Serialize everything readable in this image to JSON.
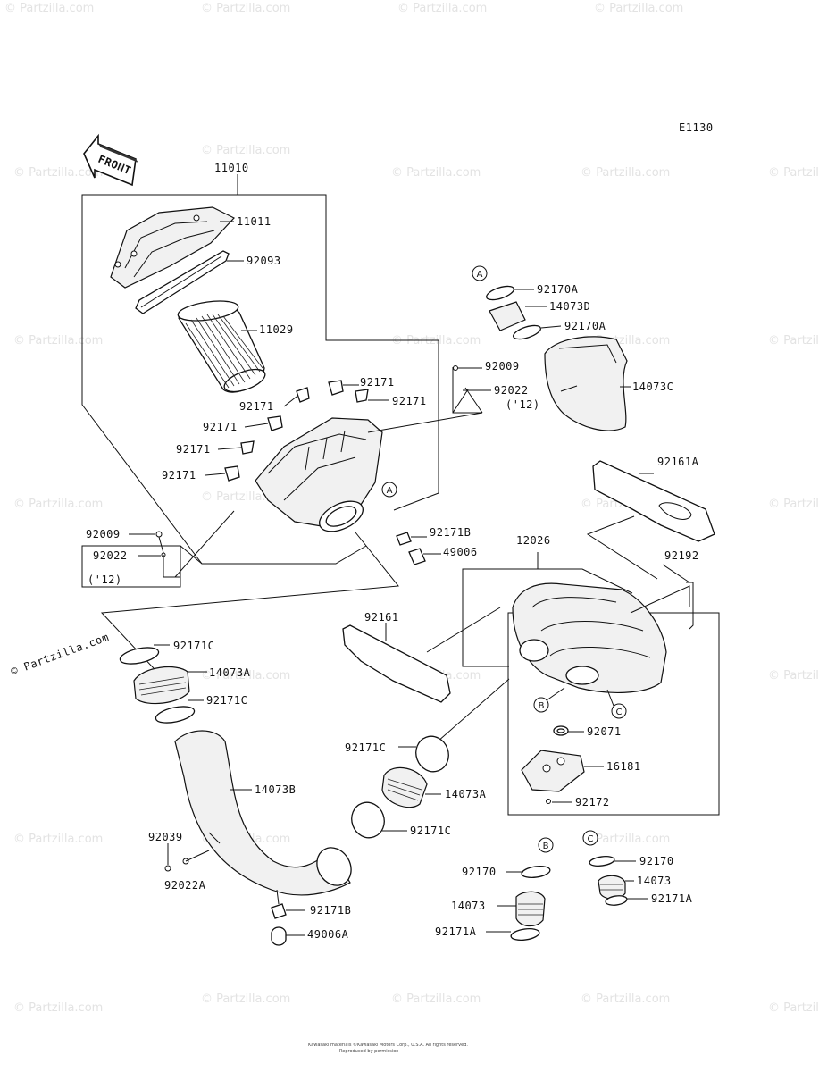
{
  "diagram_code": "E1130",
  "front_label": "FRONT",
  "copyright_mark": "© Partzilla.com",
  "watermark_text": "© Partzilla.com",
  "footer_lines": [
    "Kawasaki materials ©Kawasaki Motors Corp., U.S.A. All rights reserved.",
    "Reproduced by permission"
  ],
  "callouts": {
    "A": "A",
    "B": "B",
    "C": "C"
  },
  "parts": [
    "11010",
    "11011",
    "92093",
    "11029",
    "92171",
    "92171",
    "92171",
    "92171",
    "92171",
    "92171",
    "92009",
    "92022",
    "('12)",
    "92170A",
    "14073D",
    "92170A",
    "14073C",
    "92009",
    "92022",
    "('12)",
    "92171B",
    "49006",
    "92161A",
    "12026",
    "92192",
    "92161",
    "92171C",
    "14073A",
    "92171C",
    "14073B",
    "92039",
    "92022A",
    "92171B",
    "49006A",
    "92171C",
    "14073A",
    "92171C",
    "92071",
    "16181",
    "92172",
    "92170",
    "14073",
    "92171A",
    "92170",
    "14073",
    "92171A"
  ],
  "colors": {
    "line": "#111111",
    "watermark": "#e3e3e3",
    "background": "#ffffff"
  }
}
